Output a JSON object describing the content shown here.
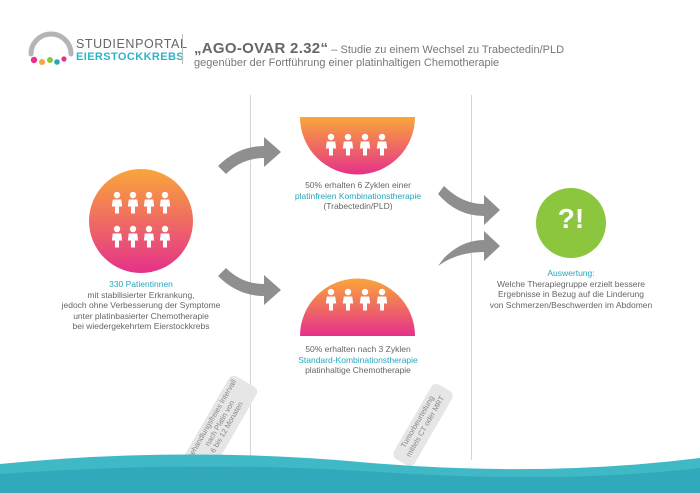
{
  "brand": {
    "line1": "STUDIENPORTAL",
    "line2": "EIERSTOCKKREBS"
  },
  "header": {
    "title": "„AGO-OVAR 2.32“",
    "title_rest": " – Studie zu einem Wechsel zu Trabectedin/PLD",
    "subtitle": "gegenüber der Fortführung einer platinhaltigen Chemotherapie"
  },
  "patients": {
    "count": "330 Patientinnen",
    "lines": [
      "mit stabilisierter Erkrankung,",
      "jedoch ohne Verbesserung der Symptome",
      "unter platinbasierter Chemotherapie",
      "bei wiedergekehrtem Eierstockkrebs"
    ]
  },
  "arm_top": {
    "line1": "50% erhalten 6 Zyklen einer",
    "line2": "platinfreien Kombinationstherapie",
    "line3": "(Trabectedin/PLD)"
  },
  "arm_bottom": {
    "line1": "50% erhalten nach 3 Zyklen",
    "line2": "Standard-Kombinationstherapie",
    "line3": "platinhaltige Chemotherapie"
  },
  "outcome": {
    "symbol": "?!",
    "heading": "Auswertung:",
    "lines": [
      "Welche Therapiegruppe erzielt bessere",
      "Ergebnisse in Bezug auf die Linderung",
      "von Schmerzen/Beschwerden im Abdomen"
    ]
  },
  "notes": {
    "interval": [
      "behandlungsfreies Intervall",
      "nach Platin von",
      "6 bis 12 Monaten"
    ],
    "assessment": [
      "Tumorbeurteilung",
      "mittels CT oder MRT"
    ]
  },
  "colors": {
    "teal": "#24a7bd",
    "orange": "#f9a63a",
    "magenta": "#e5318a",
    "green": "#8cc63f",
    "arrow": "#8f8f8f",
    "wave": "#3fb9c6"
  },
  "icons": [
    "woman-figure-icon",
    "arrow-icon",
    "logo-arc-icon"
  ]
}
